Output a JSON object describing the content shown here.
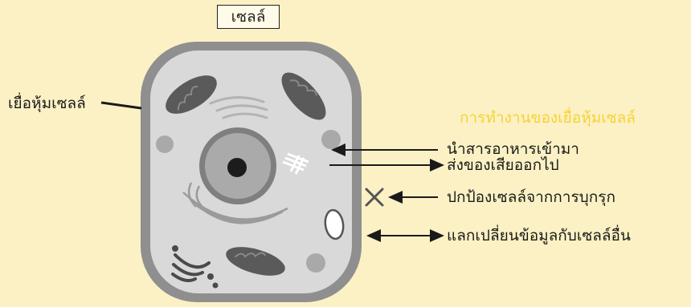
{
  "diagram": {
    "title": "เซลล์",
    "membrane_label": "เยื่อหุ้มเซลล์",
    "functions_heading": "การทำงานของเยื่อหุ้มเซลล์",
    "functions": [
      "นำสารอาหารเข้ามา",
      "ส่งของเสียออกไป",
      "ปกป้องเซลล์จากการบุกรุก",
      "แลกเปลี่ยนข้อมูลกับเซลล์อื่น"
    ],
    "colors": {
      "background": "#fbf1c4",
      "heading": "#f7d233",
      "cell_wall": "#8f8f8f",
      "cytoplasm": "#d9d9d9"
    },
    "icons": [
      "cross-icon",
      "arrow-left-icon",
      "arrow-right-icon",
      "double-arrow-icon"
    ]
  }
}
